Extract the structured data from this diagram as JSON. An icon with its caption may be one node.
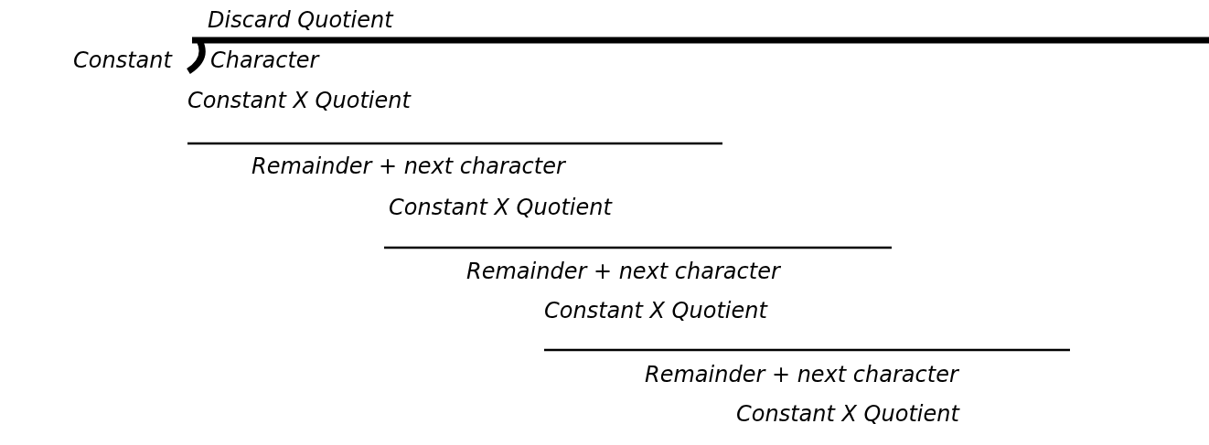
{
  "diagram": {
    "labels": [
      "Discard Quotient",
      "Constant",
      "Character",
      "Constant X Quotient",
      "Remainder + next character",
      "Constant X Quotient",
      "Remainder + next character",
      "Constant X Quotient",
      "Remainder + next character",
      "Constant X Quotient"
    ]
  }
}
